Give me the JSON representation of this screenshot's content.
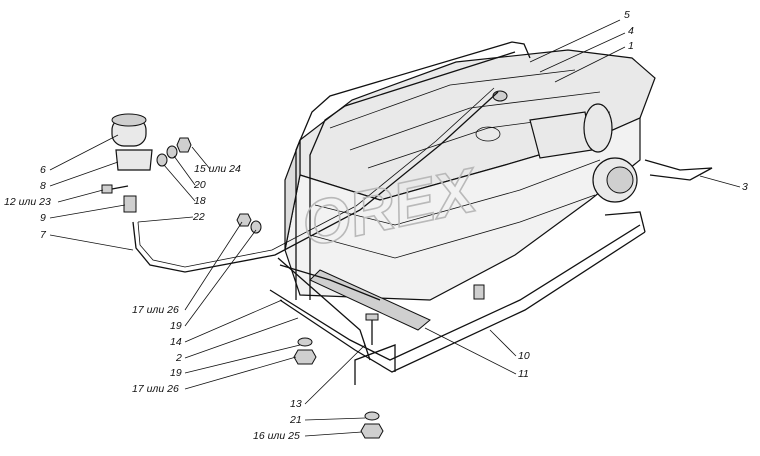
{
  "watermark": "OREX",
  "callouts": [
    {
      "id": "c1",
      "text": "1"
    },
    {
      "id": "c2",
      "text": "2"
    },
    {
      "id": "c3",
      "text": "3"
    },
    {
      "id": "c4",
      "text": "4"
    },
    {
      "id": "c5",
      "text": "5"
    },
    {
      "id": "c6",
      "text": "6"
    },
    {
      "id": "c7",
      "text": "7"
    },
    {
      "id": "c8",
      "text": "8"
    },
    {
      "id": "c9",
      "text": "9"
    },
    {
      "id": "c10",
      "text": "10"
    },
    {
      "id": "c11",
      "text": "11"
    },
    {
      "id": "c12",
      "text": "12 или 23"
    },
    {
      "id": "c13",
      "text": "13"
    },
    {
      "id": "c14",
      "text": "14"
    },
    {
      "id": "c15",
      "text": "15 или 24"
    },
    {
      "id": "c16",
      "text": "16 или 25"
    },
    {
      "id": "c17a",
      "text": "17 или 26"
    },
    {
      "id": "c17b",
      "text": "17 или 26"
    },
    {
      "id": "c18",
      "text": "18"
    },
    {
      "id": "c19a",
      "text": "19"
    },
    {
      "id": "c19b",
      "text": "19"
    },
    {
      "id": "c20",
      "text": "20"
    },
    {
      "id": "c21",
      "text": "21"
    },
    {
      "id": "c22",
      "text": "22"
    }
  ]
}
